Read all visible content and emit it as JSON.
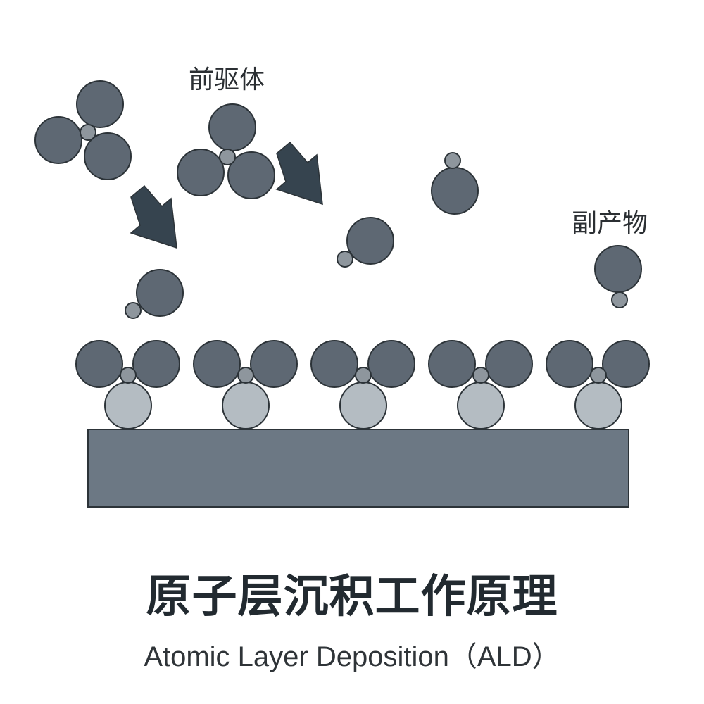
{
  "labels": {
    "precursor": "前驱体",
    "byproduct": "副产物"
  },
  "title": {
    "zh": "原子层沉积工作原理",
    "en": "Atomic Layer Deposition（ALD）"
  },
  "colors": {
    "large_atom": "#5e6873",
    "small_atom": "#8e969d",
    "surface_atom": "#b4bcc2",
    "substrate": "#6c7884",
    "arrow": "#36444f",
    "outline": "#2c3338"
  }
}
